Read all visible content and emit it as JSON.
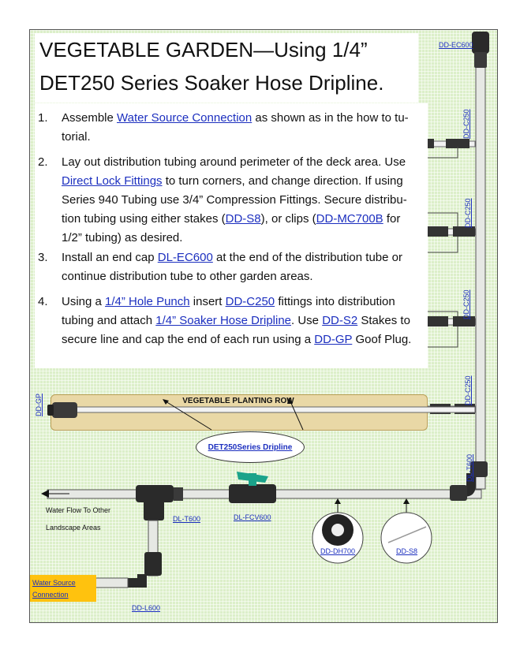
{
  "title": {
    "line1": "VEGETABLE GARDEN—Using 1/4”",
    "line2": "DET250 Series Soaker Hose Dripline."
  },
  "steps": [
    {
      "num": "1.",
      "parts": [
        {
          "t": "Assemble "
        },
        {
          "t": "Water Source Connection",
          "link": true
        },
        {
          "t": " as shown as in the how to  tu-torial."
        }
      ]
    },
    {
      "num": "2.",
      "parts": [
        {
          "t": "Lay out distribution tubing around perimeter of the deck area.  Use "
        },
        {
          "t": "Direct Lock Fittings",
          "link": true
        },
        {
          "t": " to turn corners, and change direction.  If using Series 940 Tubing use 3/4” Compression Fittings.  Secure distribu-tion tubing using either stakes ("
        },
        {
          "t": "DD-S8",
          "link": true
        },
        {
          "t": "), or clips ("
        },
        {
          "t": "DD-MC700B",
          "link": true
        },
        {
          "t": " for 1/2” tubing) as desired."
        }
      ]
    },
    {
      "num": "3.",
      "parts": [
        {
          "t": "Install an end cap "
        },
        {
          "t": "DL-EC600",
          "link": true
        },
        {
          "t": " at the end of the distribution tube or continue distribution tube to other garden areas."
        }
      ]
    },
    {
      "num": "4.",
      "parts": [
        {
          "t": "Using a "
        },
        {
          "t": "1/4” Hole Punch",
          "link": true
        },
        {
          "t": " insert "
        },
        {
          "t": "DD-C250",
          "link": true
        },
        {
          "t": " fittings into distribution tubing and attach "
        },
        {
          "t": "1/4” Soaker Hose Dripline",
          "link": true
        },
        {
          "t": ".  Use "
        },
        {
          "t": "DD-S2",
          "link": true
        },
        {
          "t": " Stakes to secure line and cap the end of each run using a "
        },
        {
          "t": "DD-GP",
          "link": true
        },
        {
          "t": " Goof Plug."
        }
      ]
    }
  ],
  "labels": {
    "dd_ec600": "DD-EC600",
    "dd_c250": "DD-C250",
    "dd_gp": "DD-GP",
    "dl_t600_right": "DL-T600",
    "planting_row": "VEGETABLE PLANTING ROW",
    "dripline_oval": "DET250Series Dripline",
    "water_flow_1": "Water Flow To Other",
    "water_flow_2": "Landscape Areas",
    "dl_t600_bottom": "DL-T600",
    "dl_fcv600": "DL-FCV600",
    "dd_dh700": "DD-DH700",
    "dd_s8": "DD-S8",
    "water_source_1": "Water Source",
    "water_source_2": "Connection",
    "dd_l600": "DD-L600"
  },
  "colors": {
    "link": "#1c2fbf",
    "background_green": "#dcefc9",
    "planting_row": "#e9d8a6",
    "water_source_box": "#ffc20e",
    "valve_handle": "#1aa38a"
  }
}
